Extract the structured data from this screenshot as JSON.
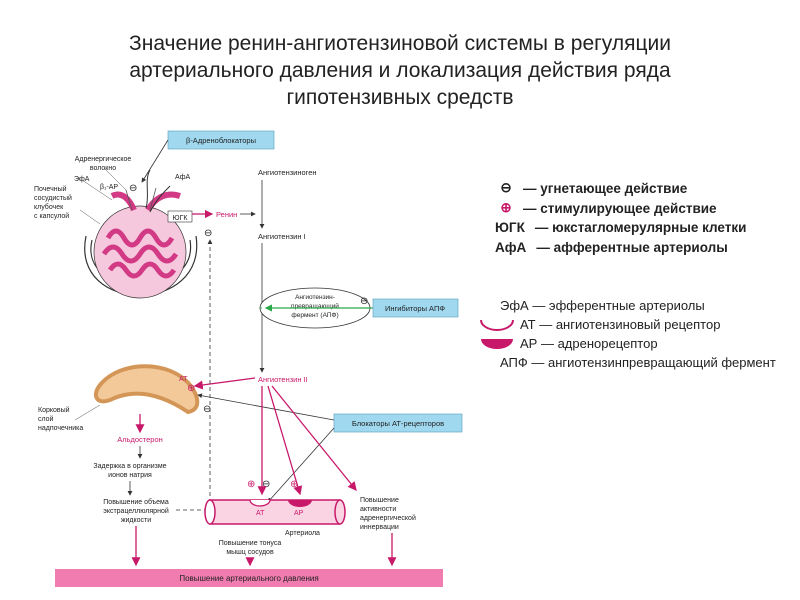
{
  "title": {
    "line1": "Значение ренин-ангиотензиновой системы в регуляции",
    "line2": "артериального давления и локализация действия ряда",
    "line3": "гипотензивных средств"
  },
  "diagram": {
    "beta_blockers": "β-Адреноблокаторы",
    "adrenergic_fiber_1": "Адренергическое",
    "adrenergic_fiber_2": "волокно",
    "efa": "ЭфА",
    "beta1_ar": "β₁-АР",
    "afa": "АфА",
    "glomerulus_1": "Почечный",
    "glomerulus_2": "сосудистый",
    "glomerulus_3": "клубочек",
    "glomerulus_4": "с капсулой",
    "jgk": "ЮГК",
    "renin": "Ренин",
    "angiotensinogen": "Ангиотензиноген",
    "angiotensin_1": "Ангиотензин I",
    "ace_1": "Ангиотензин-",
    "ace_2": "превращающий",
    "ace_3": "фермент (АПФ)",
    "ace_inhibitors": "Ингибиторы АПФ",
    "angiotensin_2": "Ангиотензин II",
    "at_label": "АТ",
    "cortex_1": "Корковый",
    "cortex_2": "слой",
    "cortex_3": "надпочечника",
    "at_blockers": "Блокаторы АТ-рецепторов",
    "aldosterone": "Альдостерон",
    "sodium_1": "Задержка в организме",
    "sodium_2": "ионов натрия",
    "volume_1": "Повышение объема",
    "volume_2": "экстрацеллюлярной",
    "volume_3": "жидкости",
    "vessel_at": "АТ",
    "vessel_ar": "АР",
    "arteriole": "Артериола",
    "tone_1": "Повышение тонуса",
    "tone_2": "мышц сосудов",
    "adrenergic_1": "Повышение",
    "adrenergic_2": "активности",
    "adrenergic_3": "адренергической",
    "adrenergic_4": "иннервации",
    "bp_increase": "Повышение артериального давления",
    "minus": "⊖",
    "plus": "⊕"
  },
  "legend": {
    "items_top": [
      {
        "symbol": "⊖",
        "text": "— угнетающее действие"
      },
      {
        "symbol": "⊕",
        "text": "— стимулирующее действие"
      },
      {
        "symbol": "ЮГК",
        "text": "— юкстагломерулярные клетки"
      },
      {
        "symbol": "АфА",
        "text": "— афферентные артериолы"
      }
    ],
    "efa_item": "ЭфА — эфферентные артериолы",
    "at_item": "АТ — ангиотензиновый рецептор",
    "ar_item": "АР — адренорецептор",
    "ace_item": "АПФ — ангиотензинпревращающий фермент"
  },
  "colors": {
    "cyan_box": "#9fd8ef",
    "magenta": "#c8186a",
    "pink_bar": "#f07cb0",
    "kidney_pink": "#e85aa0",
    "adrenal_orange": "#f3c99a",
    "green": "#2aa84a"
  }
}
